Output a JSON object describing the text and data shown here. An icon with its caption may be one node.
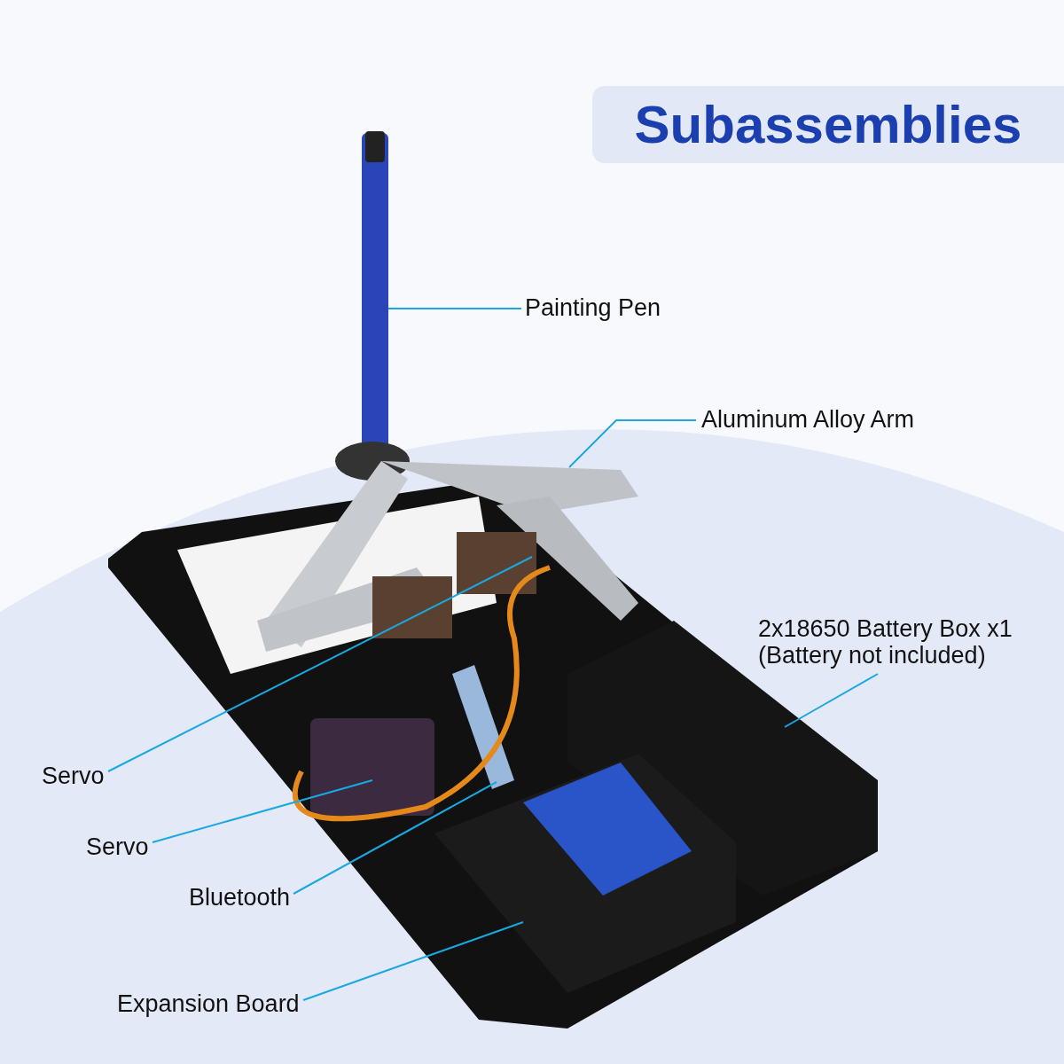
{
  "diagram": {
    "title": "Subassemblies",
    "nodes": [
      {
        "text": [
          "Painting Pen"
        ]
      },
      {
        "text": [
          "Aluminum Alloy Arm"
        ]
      },
      {
        "text": [
          "2x18650 Battery Box x1 (Battery not included)"
        ]
      },
      {
        "text": [
          "Servo"
        ]
      },
      {
        "text": [
          "Servo"
        ]
      },
      {
        "text": [
          "Bluetooth"
        ]
      },
      {
        "text": [
          "Expansion Board"
        ]
      }
    ],
    "edges": [
      {
        "from": 0,
        "to": null,
        "arrow": "none"
      },
      {
        "from": 1,
        "to": null,
        "arrow": "none"
      },
      {
        "from": 2,
        "to": null,
        "arrow": "none"
      },
      {
        "from": 3,
        "to": null,
        "arrow": "none"
      },
      {
        "from": 4,
        "to": null,
        "arrow": "none"
      },
      {
        "from": 5,
        "to": null,
        "arrow": "none"
      },
      {
        "from": 6,
        "to": null,
        "arrow": "none"
      }
    ]
  }
}
